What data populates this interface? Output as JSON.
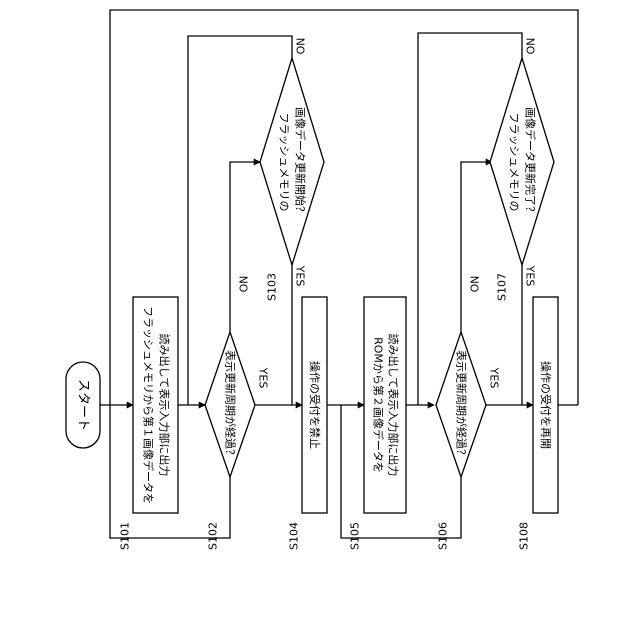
{
  "start": {
    "label": "スタート"
  },
  "steps": [
    {
      "id": "S101",
      "lines": [
        "フラッシュメモリから第１画像データを",
        "読み出して表示入力部に出力"
      ]
    },
    {
      "id": "S102",
      "lines": [
        "表示更新周期が経過？"
      ]
    },
    {
      "id": "S103",
      "lines": [
        "フラッシュメモリの",
        "画像データ更新開始？"
      ]
    },
    {
      "id": "S104",
      "lines": [
        "操作の受付を禁止"
      ]
    },
    {
      "id": "S105",
      "lines": [
        "ROMから第２画像データを",
        "読み出して表示入力部に出力"
      ]
    },
    {
      "id": "S106",
      "lines": [
        "表示更新周期が経過？"
      ]
    },
    {
      "id": "S107",
      "lines": [
        "フラッシュメモリの",
        "画像データ更新完了？"
      ]
    },
    {
      "id": "S108",
      "lines": [
        "操作の受付を再開"
      ]
    }
  ],
  "branch_labels": {
    "s102_yes": "YES",
    "s102_no": "NO",
    "s103_yes": "YES",
    "s103_no": "NO",
    "s106_yes": "YES",
    "s106_no": "NO",
    "s107_yes": "YES",
    "s107_no": "NO"
  }
}
